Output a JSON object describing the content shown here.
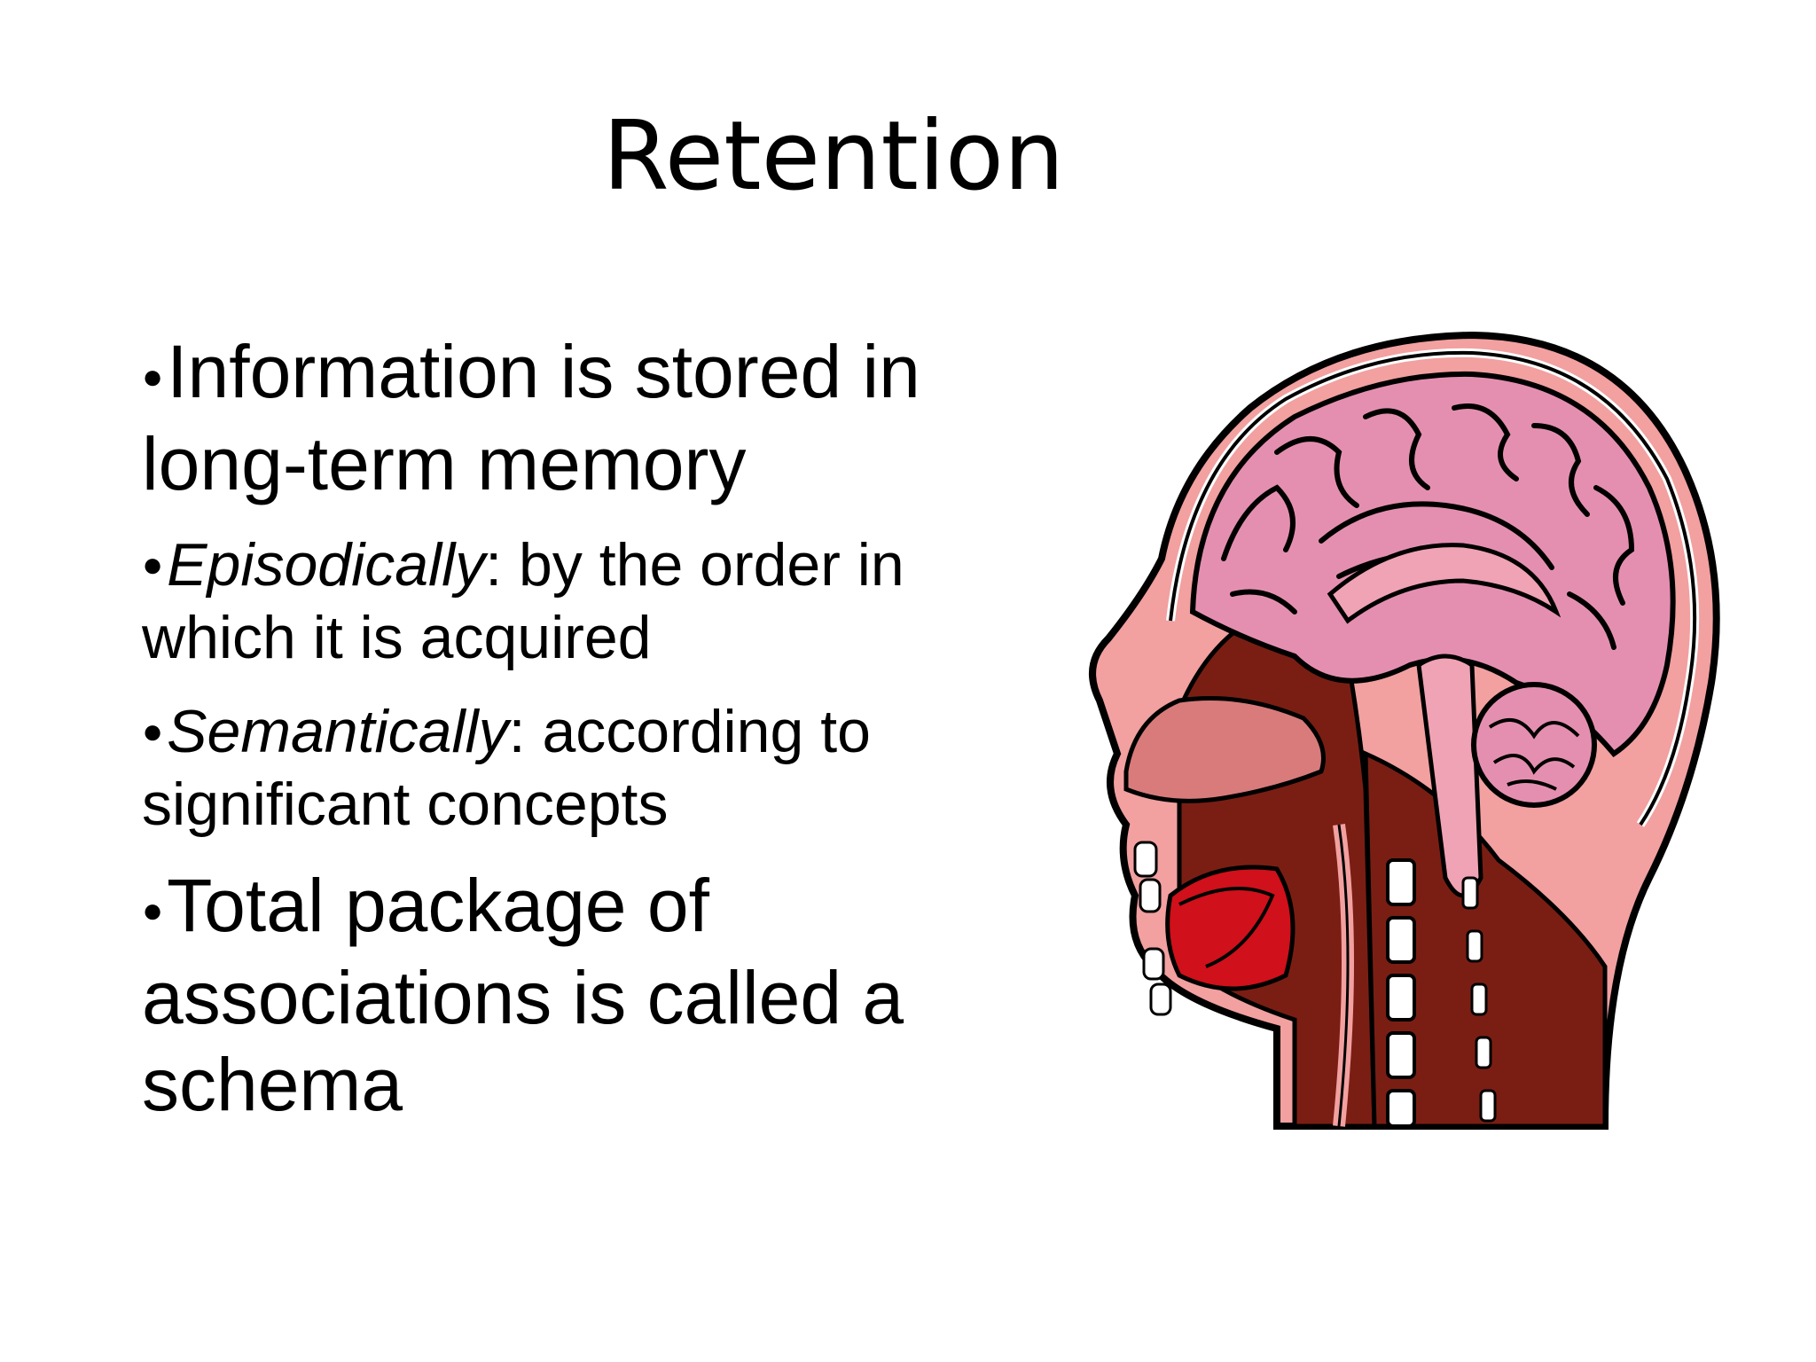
{
  "slide": {
    "title": "Retention",
    "bullets": [
      {
        "size": "big",
        "emphasis": "",
        "text": "Information is stored in long-term memory"
      },
      {
        "size": "small",
        "emphasis": "Episodically",
        "text": ": by the order in which it is acquired"
      },
      {
        "size": "small",
        "emphasis": "Semantically",
        "text": ": according to significant concepts"
      },
      {
        "size": "big",
        "emphasis": "",
        "text": "Total package of associations is called a schema"
      }
    ]
  },
  "figure": {
    "subject": "head-cross-section-illustration",
    "colors": {
      "brain": "#e58fb0",
      "brain_stem": "#f0a3b4",
      "tissue": "#7a1e14",
      "skin": "#f2a0a0",
      "mouth": "#d0101a",
      "outline": "#000000"
    }
  }
}
